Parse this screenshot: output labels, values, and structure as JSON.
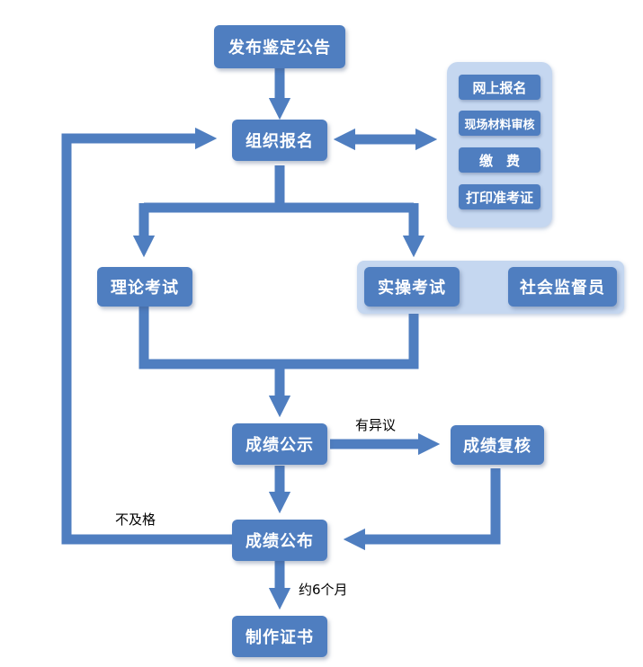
{
  "colors": {
    "node": "#4f7ec0",
    "connector": "#4f7ec0",
    "panel": "#c5d7f0",
    "text": "#ffffff"
  },
  "nodes": {
    "announce": "发布鉴定公告",
    "register": "组织报名",
    "theory": "理论考试",
    "practical": "实操考试",
    "supervisor": "社会监督员",
    "publicize": "成绩公示",
    "review": "成绩复核",
    "publish": "成绩公布",
    "certificate": "制作证书"
  },
  "register_steps": [
    "网上报名",
    "现场材料审核",
    "缴　费",
    "打印准考证"
  ],
  "edge_labels": {
    "objection": "有异议",
    "failed": "不及格",
    "about_6_months": "约6个月"
  }
}
